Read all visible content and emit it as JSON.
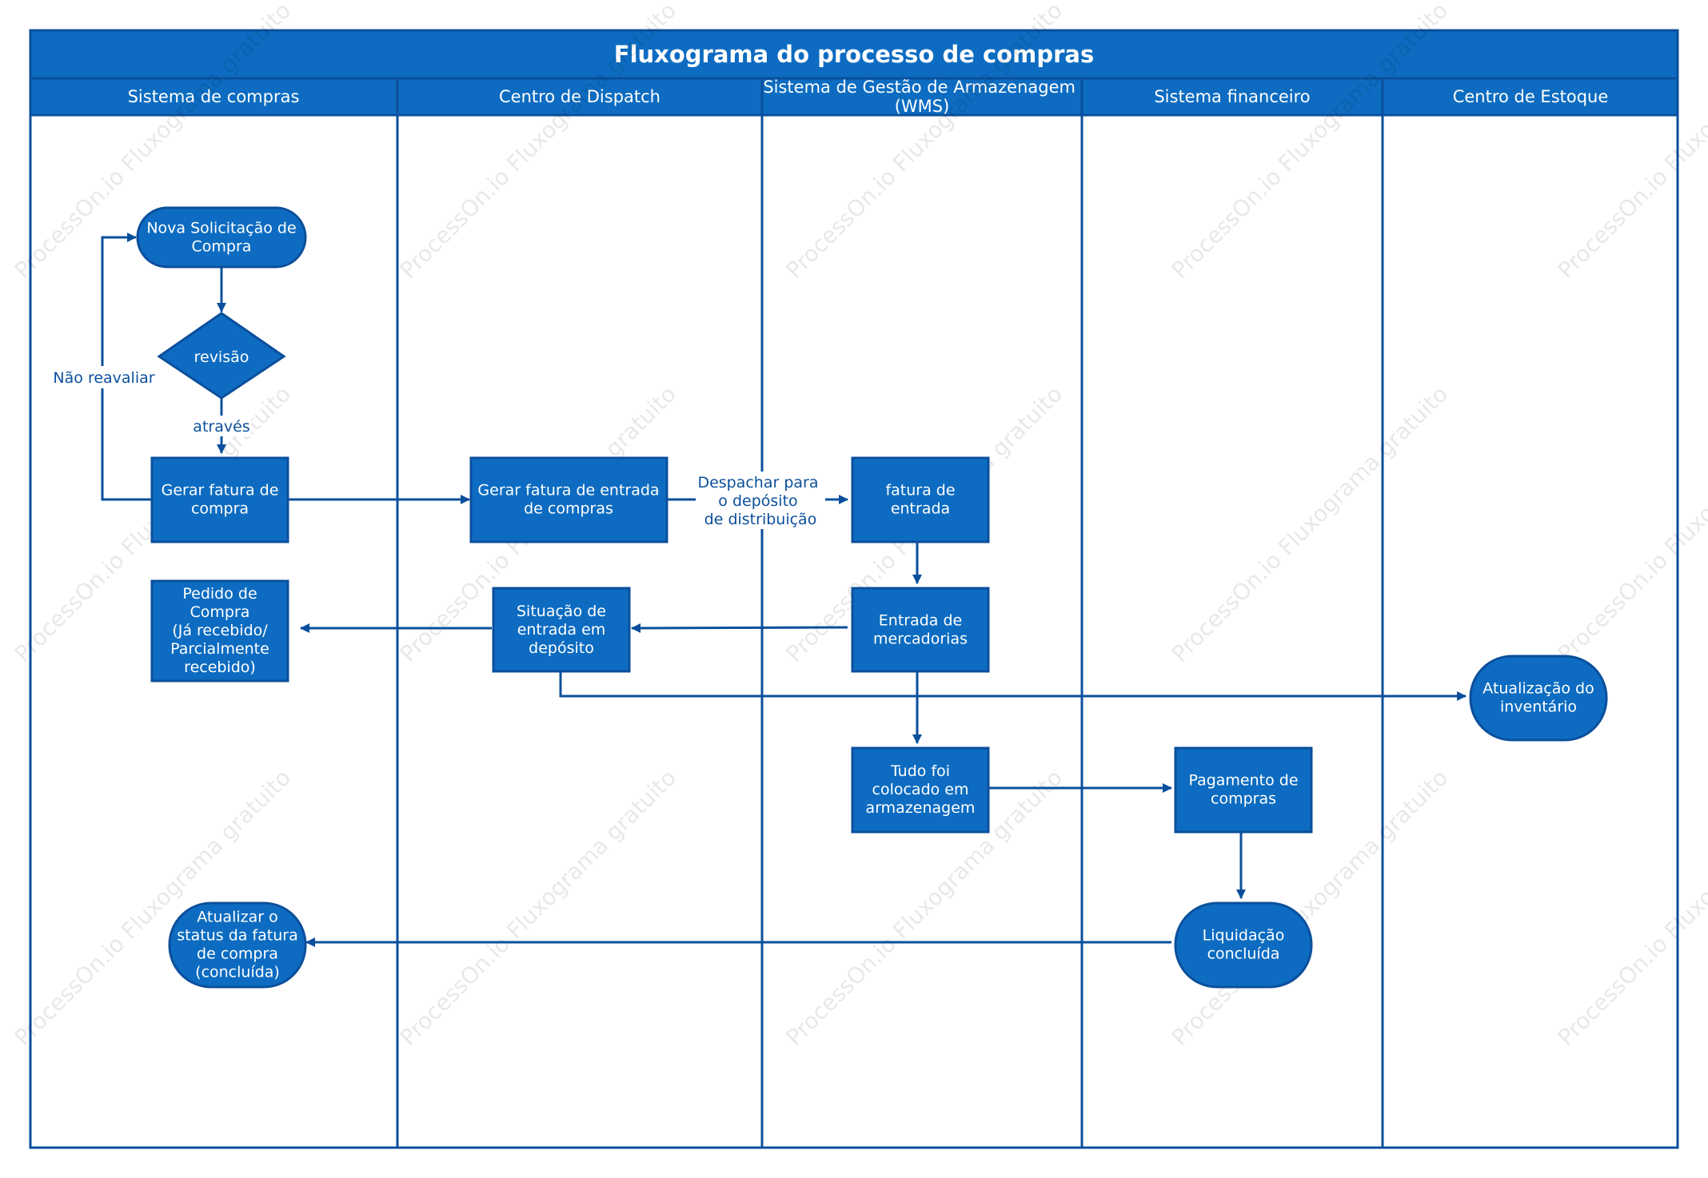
{
  "title": "Fluxograma do processo de compras",
  "colors": {
    "header": "#0d6cc1",
    "node_fill": "#0d6cc1",
    "node_stroke": "#0b4f9c",
    "line": "#0b4f9c",
    "background": "#ffffff"
  },
  "lanes": [
    {
      "label": "Sistema de compras"
    },
    {
      "label": "Centro de Dispatch"
    },
    {
      "label": "Sistema de Gestão de Armazenagem (WMS)"
    },
    {
      "label": "Sistema financeiro"
    },
    {
      "label": "Centro de Estoque"
    }
  ],
  "nodes": {
    "nova_solicitacao": {
      "label": "Nova Solicitação de Compra",
      "shape": "terminator"
    },
    "revisao": {
      "label": "revisão",
      "shape": "decision"
    },
    "gerar_fatura_compra": {
      "label": "Gerar fatura de compra",
      "shape": "process"
    },
    "gerar_fatura_entrada": {
      "label": "Gerar fatura de entrada de compras",
      "shape": "process"
    },
    "fatura_entrada": {
      "label": "fatura de entrada",
      "shape": "process"
    },
    "entrada_mercadorias": {
      "label": "Entrada de mercadorias",
      "shape": "process"
    },
    "situacao_entrada": {
      "label": "Situação de entrada em depósito",
      "shape": "process"
    },
    "pedido_compra": {
      "label": "Pedido de Compra (Já recebido/ Parcialmente recebido)",
      "shape": "process"
    },
    "atualizacao_inventario": {
      "label": "Atualização do inventário",
      "shape": "terminator"
    },
    "tudo_armazenagem": {
      "label": "Tudo foi colocado em armazenagem",
      "shape": "process"
    },
    "pagamento_compras": {
      "label": "Pagamento de compras",
      "shape": "process"
    },
    "liquidacao_concluida": {
      "label": "Liquidação concluída",
      "shape": "terminator"
    },
    "atualizar_status": {
      "label": "Atualizar o status da fatura de compra (concluída)",
      "shape": "terminator"
    }
  },
  "edges": {
    "nao_reavaliar": {
      "from": "gerar_fatura_compra",
      "to": "nova_solicitacao",
      "label": "Não reavaliar"
    },
    "atraves": {
      "from": "revisao",
      "to": "gerar_fatura_compra",
      "label": "através"
    },
    "despachar": {
      "from": "gerar_fatura_entrada",
      "to": "fatura_entrada",
      "label": "Despachar para o depósito de distribuição"
    }
  },
  "watermark": {
    "text": "ProcessOn.io Fluxograma gratuito"
  }
}
